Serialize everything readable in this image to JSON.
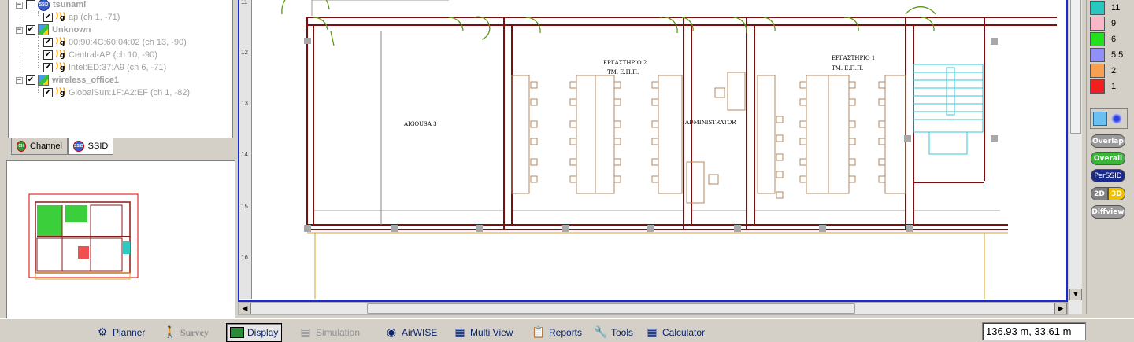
{
  "tree": {
    "networks": [
      {
        "name": "tsunami",
        "checked": false,
        "icon": "ssid-icon",
        "aps": [
          {
            "label": "ap (ch 1, -71)",
            "checked": true
          }
        ]
      },
      {
        "name": "Unknown",
        "checked": true,
        "icon": "network-icon",
        "aps": [
          {
            "label": "00:90:4C:60:04:02 (ch 13, -90)",
            "checked": true
          },
          {
            "label": "Central-AP (ch 10, -90)",
            "checked": true
          },
          {
            "label": "Intel:ED:37:A9 (ch 6, -71)",
            "checked": true
          }
        ]
      },
      {
        "name": "wireless_office1",
        "checked": true,
        "icon": "network-icon",
        "aps": [
          {
            "label": "GlobalSun:1F:A2:EF (ch 1, -82)",
            "checked": true
          }
        ]
      }
    ],
    "tabs": [
      {
        "label": "Channel",
        "icon_text": "CH",
        "active": false
      },
      {
        "label": "SSID",
        "icon_text": "SSID",
        "active": true
      }
    ]
  },
  "floorplan": {
    "ruler_marks": [
      "11",
      "12",
      "13",
      "14",
      "15",
      "16"
    ],
    "rooms": {
      "aigousa": "AIGOUSA 3",
      "ergastirio2_a": "ΕΡΓΑΣΤΗΡΙΟ 2",
      "ergastirio2_b": "ΤΜ. Ε.Π.Π.",
      "administrator": "ADMINISTRATOR",
      "ergastirio1_a": "ΕΡΓΑΣΤΗΡΙΟ 1",
      "ergastirio1_b": "ΤΜ. Ε.Π.Π."
    }
  },
  "legend": [
    {
      "value": "11",
      "color": "#28c8c0"
    },
    {
      "value": "9",
      "color": "#f8b8c8"
    },
    {
      "value": "6",
      "color": "#20e020"
    },
    {
      "value": "5.5",
      "color": "#9090f8"
    },
    {
      "value": "2",
      "color": "#f8a050"
    },
    {
      "value": "1",
      "color": "#f02020"
    }
  ],
  "right_buttons": {
    "overlap": "Overlap",
    "overall": "Overall",
    "perssid": "PerSSID",
    "mode_2d": "2D",
    "mode_3d": "3D",
    "diffview": "Diffview"
  },
  "toolbar": [
    {
      "label": "Planner",
      "icon": "planner-icon",
      "state": "normal"
    },
    {
      "label": "Survey",
      "icon": "survey-icon",
      "state": "disabled"
    },
    {
      "label": "Display",
      "icon": "display-icon",
      "state": "active"
    },
    {
      "label": "Simulation",
      "icon": "simulation-icon",
      "state": "disabled"
    },
    {
      "label": "AirWISE",
      "icon": "airwise-icon",
      "state": "normal"
    },
    {
      "label": "Multi View",
      "icon": "multiview-icon",
      "state": "normal"
    },
    {
      "label": "Reports",
      "icon": "reports-icon",
      "state": "normal"
    },
    {
      "label": "Tools",
      "icon": "tools-icon",
      "state": "normal"
    },
    {
      "label": "Calculator",
      "icon": "calculator-icon",
      "state": "normal"
    }
  ],
  "status": {
    "coordinates": "136.93 m, 33.61 m"
  }
}
